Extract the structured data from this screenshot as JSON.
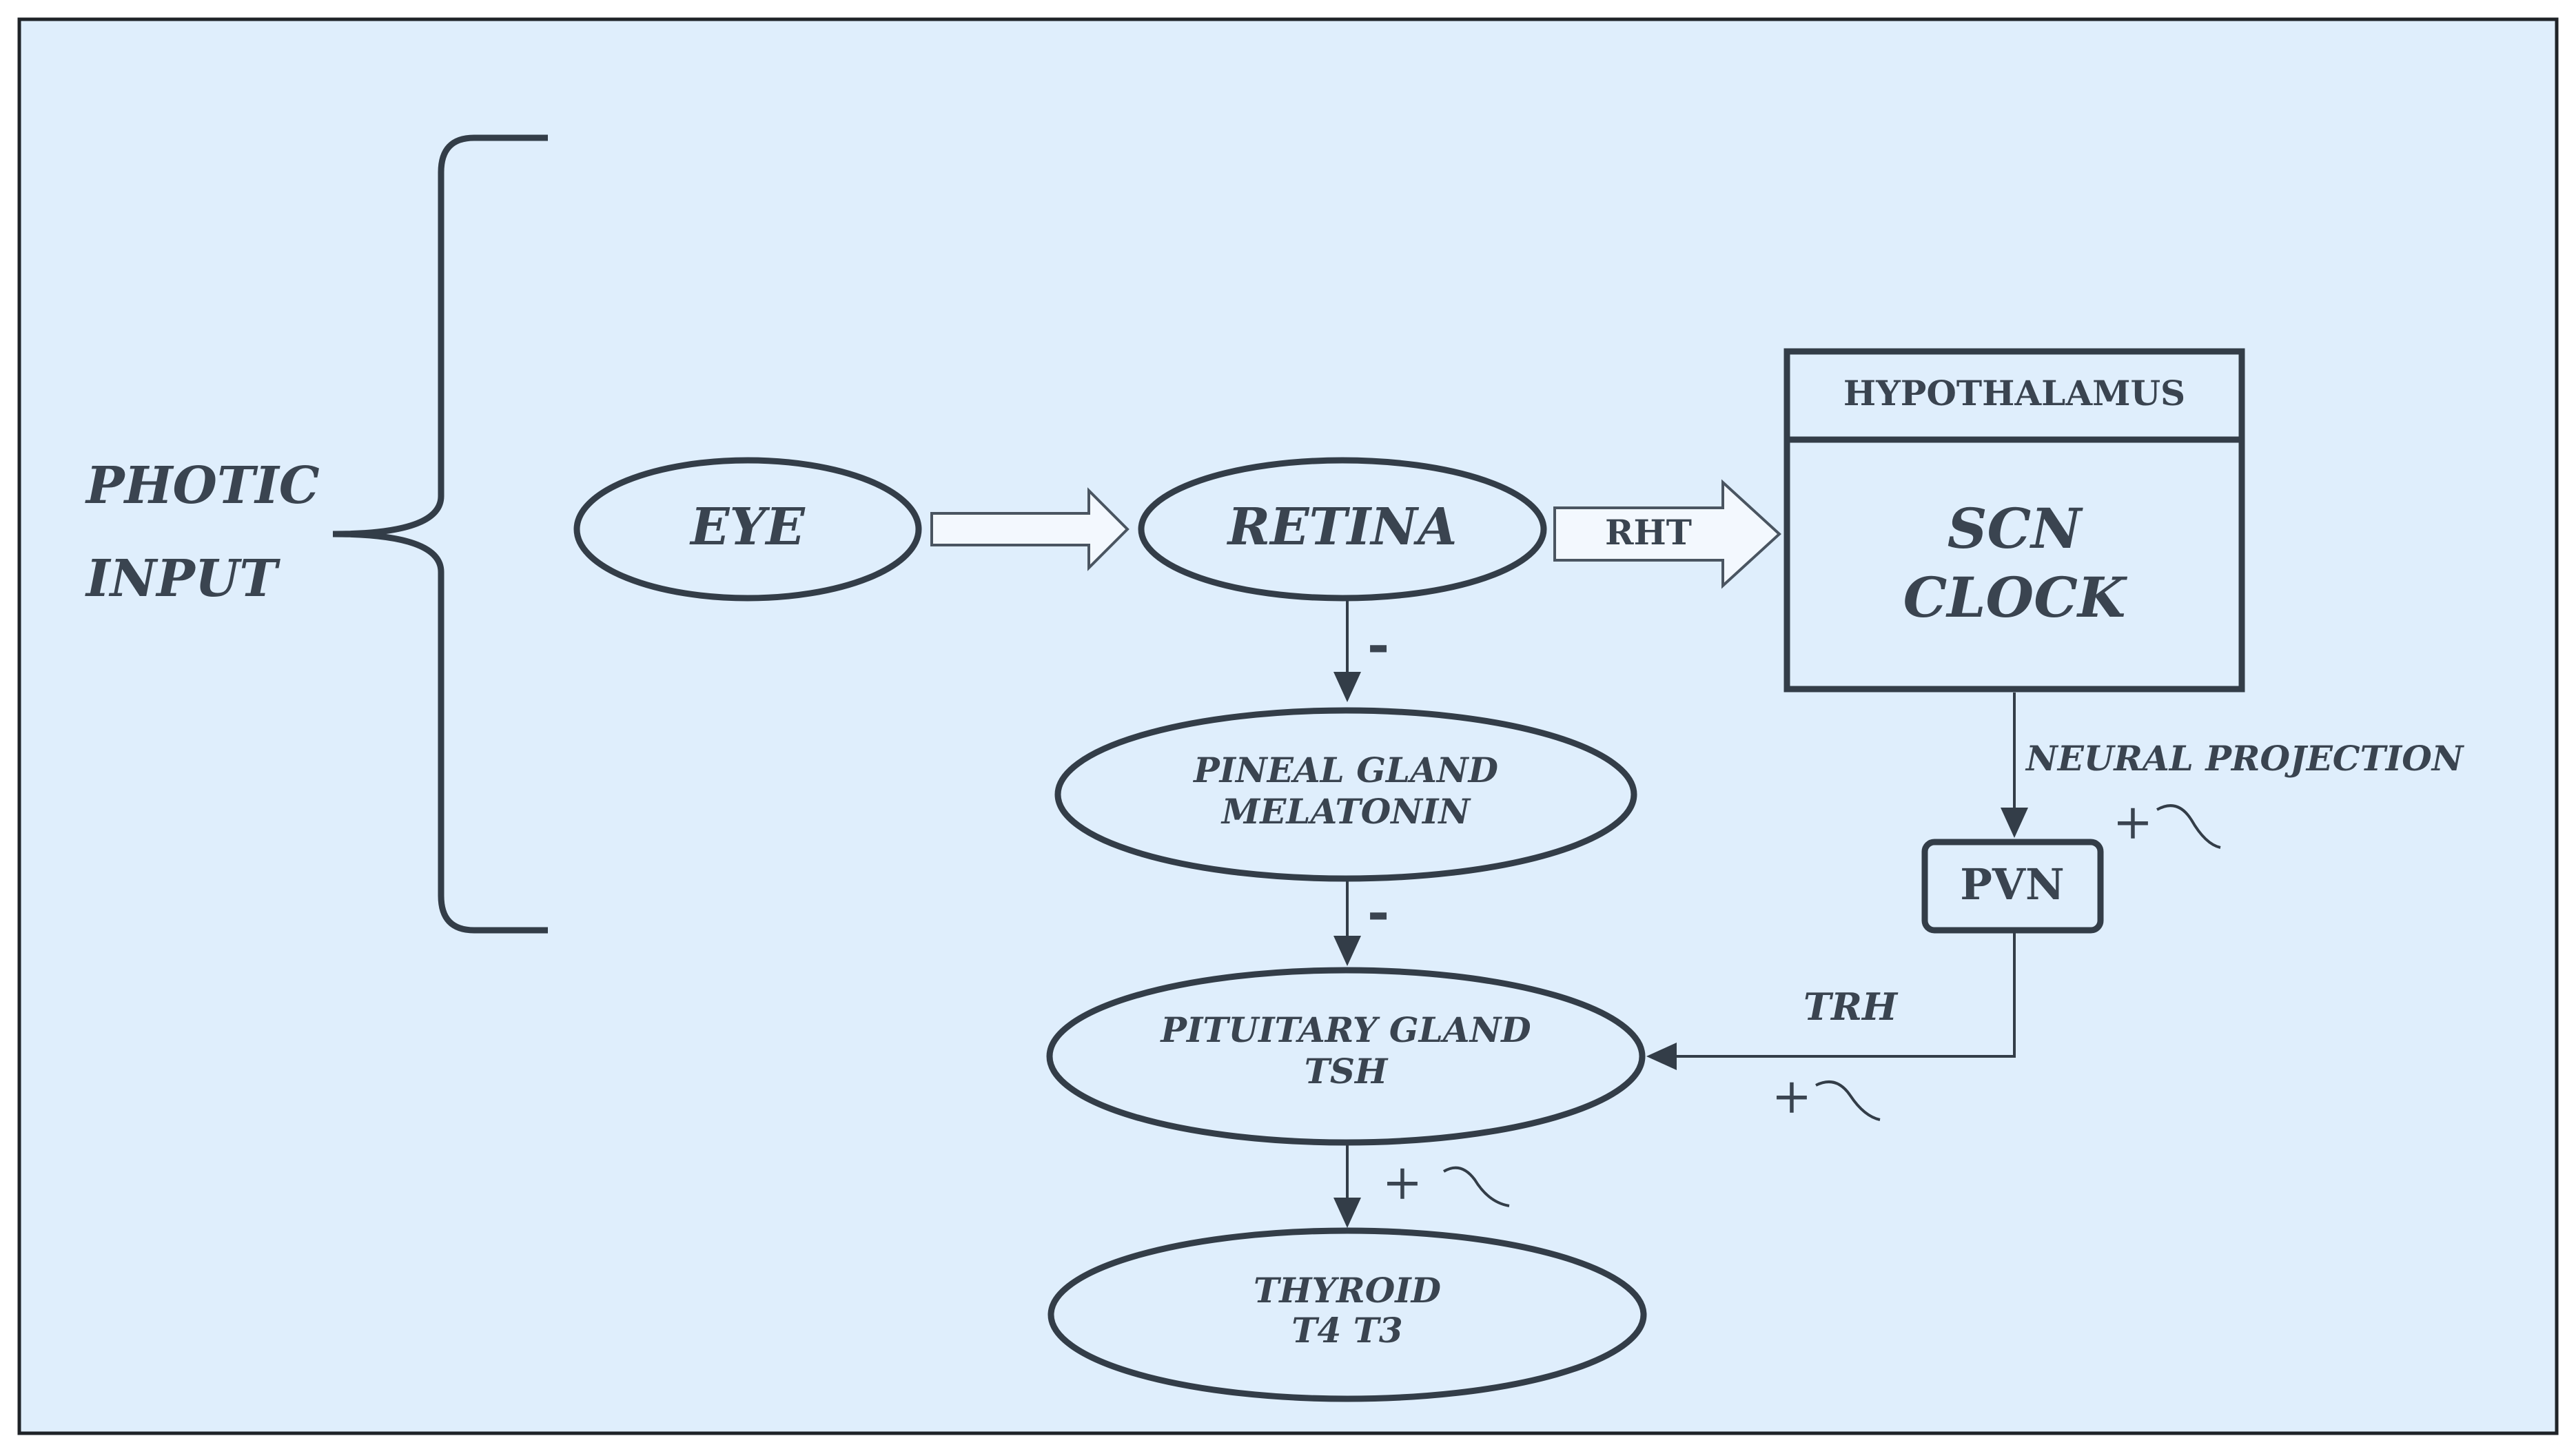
{
  "colors": {
    "background": "#dfeefc",
    "stroke": "#333d48",
    "text": "#3a4450",
    "arrow_fill": "#f3f8fe"
  },
  "input": {
    "line1": "PHOTIC",
    "line2": "INPUT"
  },
  "nodes": {
    "eye": "EYE",
    "retina": "RETINA",
    "hypothalamus_header": "HYPOTHALAMUS",
    "scn_line1": "SCN",
    "scn_line2": "CLOCK",
    "pineal_line1": "PINEAL GLAND",
    "pineal_line2": "MELATONIN",
    "pvn": "PVN",
    "pituitary_line1": "PITUITARY GLAND",
    "pituitary_line2": "TSH",
    "thyroid_line1": "THYROID",
    "thyroid_line2": "T4 T3"
  },
  "edges": {
    "rht": "RHT",
    "neural_projection": "NEURAL PROJECTION",
    "trh": "TRH",
    "minus": "-",
    "plus": "+"
  }
}
